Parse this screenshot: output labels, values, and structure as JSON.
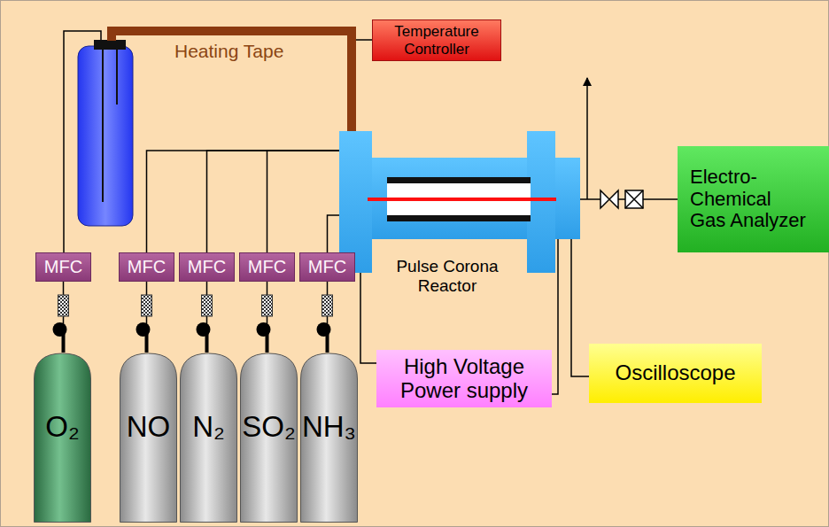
{
  "diagram": {
    "nodes": [
      {
        "text": [
          "Temperature Controller"
        ]
      },
      {
        "text": [
          "Pulse Corona Reactor"
        ]
      },
      {
        "text": [
          "Electro- Chemical Gas Analyzer"
        ]
      },
      {
        "text": [
          "MFC"
        ]
      },
      {
        "text": [
          "MFC"
        ]
      },
      {
        "text": [
          "MFC"
        ]
      },
      {
        "text": [
          "MFC"
        ]
      },
      {
        "text": [
          "MFC"
        ]
      },
      {
        "text": [
          "High Voltage Power supply"
        ]
      },
      {
        "text": [
          "Oscilloscope"
        ]
      },
      {
        "text": [
          "O₂"
        ]
      },
      {
        "text": [
          "NO"
        ]
      },
      {
        "text": [
          "N₂"
        ]
      },
      {
        "text": [
          "SO₂"
        ]
      },
      {
        "text": [
          "NH₃"
        ]
      }
    ],
    "edges": [
      {
        "from": 10,
        "to": 3,
        "arrow": "none"
      },
      {
        "from": 11,
        "to": 4,
        "arrow": "none"
      },
      {
        "from": 12,
        "to": 5,
        "arrow": "none"
      },
      {
        "from": 13,
        "to": 6,
        "arrow": "none"
      },
      {
        "from": 14,
        "to": 7,
        "arrow": "none"
      },
      {
        "from": 4,
        "to": 1,
        "arrow": "none"
      },
      {
        "from": 5,
        "to": 1,
        "arrow": "none"
      },
      {
        "from": 6,
        "to": 1,
        "arrow": "none"
      },
      {
        "from": 7,
        "to": 1,
        "arrow": "none"
      },
      {
        "from": 8,
        "to": 1,
        "arrow": "none"
      },
      {
        "from": 8,
        "to": 1,
        "arrow": "none"
      },
      {
        "from": 9,
        "to": 1,
        "arrow": "none"
      },
      {
        "from": 1,
        "to": 2,
        "arrow": "none"
      }
    ],
    "labels": [
      "Heating Tape"
    ]
  }
}
